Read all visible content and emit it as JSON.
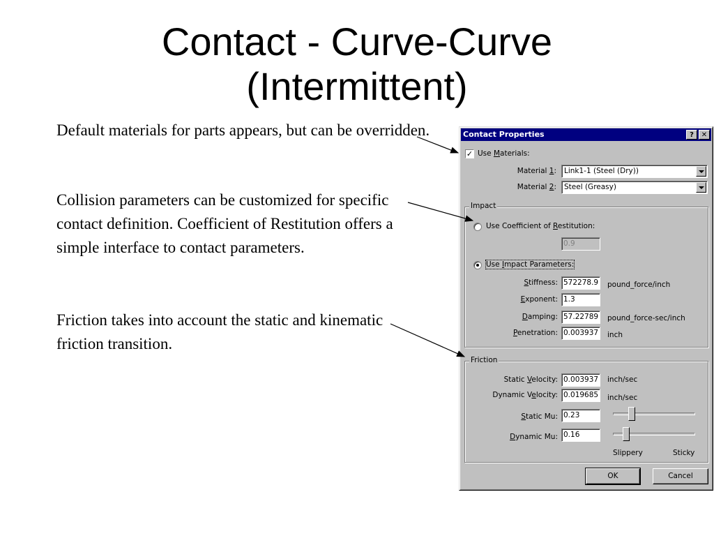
{
  "slide": {
    "title_line1": "Contact - Curve-Curve",
    "title_line2": "(Intermittent)",
    "paragraphs": [
      "Default materials for parts appears, but can be overridden.",
      "Collision parameters can be customized for specific contact definition. Coefficient of Restitution offers a simple interface to contact parameters.",
      "Friction takes into account the static and kinematic friction transition."
    ]
  },
  "dialog": {
    "title": "Contact Properties",
    "help_button": "?",
    "close_button": "✕",
    "use_materials": {
      "label_pre": "Use ",
      "label_key": "M",
      "label_post": "aterials:",
      "checked": true
    },
    "material1": {
      "label_pre": "Material ",
      "label_key": "1",
      "label_post": ":",
      "value": "Link1-1 (Steel (Dry))"
    },
    "material2": {
      "label_pre": "Material ",
      "label_key": "2",
      "label_post": ":",
      "value": "Steel (Greasy)"
    },
    "impact": {
      "legend": "Impact",
      "cor_radio": {
        "label_pre": "Use Coefficient of ",
        "label_key": "R",
        "label_post": "estitution:",
        "selected": false
      },
      "cor_value": "0.9",
      "impact_radio": {
        "label_pre": "Use ",
        "label_key": "I",
        "label_post": "mpact Parameters:",
        "selected": true
      },
      "stiffness": {
        "label_key": "S",
        "label_post": "tiffness:",
        "value": "572278.9",
        "unit": "pound_force/inch"
      },
      "exponent": {
        "label_key": "E",
        "label_post": "xponent:",
        "value": "1.3"
      },
      "damping": {
        "label_key": "D",
        "label_post": "amping:",
        "value": "57.22789",
        "unit": "pound_force-sec/inch"
      },
      "penetration": {
        "label_key": "P",
        "label_post": "enetration:",
        "value": "0.003937",
        "unit": "inch"
      }
    },
    "friction": {
      "legend": "Friction",
      "static_velocity": {
        "label_pre": "Static ",
        "label_key": "V",
        "label_post": "elocity:",
        "value": "0.003937",
        "unit": "inch/sec"
      },
      "dynamic_velocity": {
        "label_pre": "Dynamic V",
        "label_key": "e",
        "label_post": "locity:",
        "value": "0.019685",
        "unit": "inch/sec"
      },
      "static_mu": {
        "label_key": "S",
        "label_post": "tatic Mu:",
        "value": "0.23",
        "slider_fraction": 0.23
      },
      "dynamic_mu": {
        "label_key": "D",
        "label_post": "ynamic Mu:",
        "value": "0.16",
        "slider_fraction": 0.16
      },
      "slider_left_label": "Slippery",
      "slider_right_label": "Sticky"
    },
    "ok_button": "OK",
    "cancel_button": "Cancel"
  }
}
